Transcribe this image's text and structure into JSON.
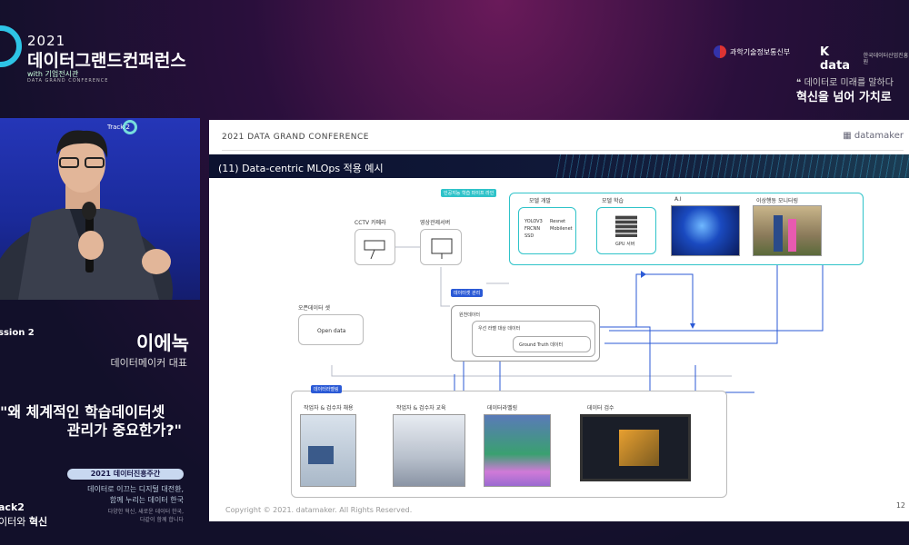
{
  "header": {
    "year": "2021",
    "title": "데이터그랜드컨퍼런스",
    "subtitle": "with 기업전시관",
    "subtitle_en": "DATA GRAND CONFERENCE",
    "org1": "과학기술정보통신부",
    "org2": "K data",
    "org2_sub": "한국데이터산업진흥원",
    "slogan_line1": "데이터로 미래를 말하다",
    "slogan_line2": "혁신을 넘어 가치로"
  },
  "speaker": {
    "track_badge": "Track 2",
    "session": "ssion 2",
    "name": "이에녹",
    "role": "데이터메이커 대표",
    "quote_line1": "\"왜 체계적인 학습데이터셋",
    "quote_line2": "관리가 중요한가?\"",
    "promo_pill": "2021 데이터진흥주간",
    "promo_line1": "데이터로 이끄는 디지털 대전환,",
    "promo_line2": "함께 누리는 데이터 한국",
    "promo_line3": "다양한 혁신, 새로운 데이터 한국,",
    "promo_line4": "다같이 함께 합니다",
    "track2": "ack2",
    "track2_line_a": "이터와 ",
    "track2_line_b": "혁신"
  },
  "slide": {
    "conference": "2021 DATA GRAND CONFERENCE",
    "brand": "datamaker",
    "title": "(11) Data-centric MLOps 적용 예시",
    "copyright": "Copyright © 2021. datamaker. All Rights Reserved.",
    "page": "12",
    "pipeline_tag": "인공지능 학습 파이프 라인",
    "stages": [
      "모델 개발",
      "모델 학습",
      "A.I",
      "이상행동 모니터링"
    ],
    "models": [
      "YOLOV3",
      "FRCNN",
      "SSD",
      "Resnet",
      "Mobilenet"
    ],
    "gpu_label": "GPU 서버",
    "cctv": "CCTV 카메라",
    "video_server": "영상관제서버",
    "open_dataset": "오픈데이터 셋",
    "open_data": "Open data",
    "data_mgmt_tag": "데이터셋 관리",
    "source_data": "원천데이터",
    "select_data": "우선 라벨 대상 데이터",
    "ground_truth": "Ground Truth 데이터",
    "labeling_tag": "데이터라벨링",
    "labeling_steps": [
      "작업자 & 검수자 채용",
      "작업자 & 검수자 교육",
      "데이터라벨링",
      "데이터 검수"
    ]
  }
}
